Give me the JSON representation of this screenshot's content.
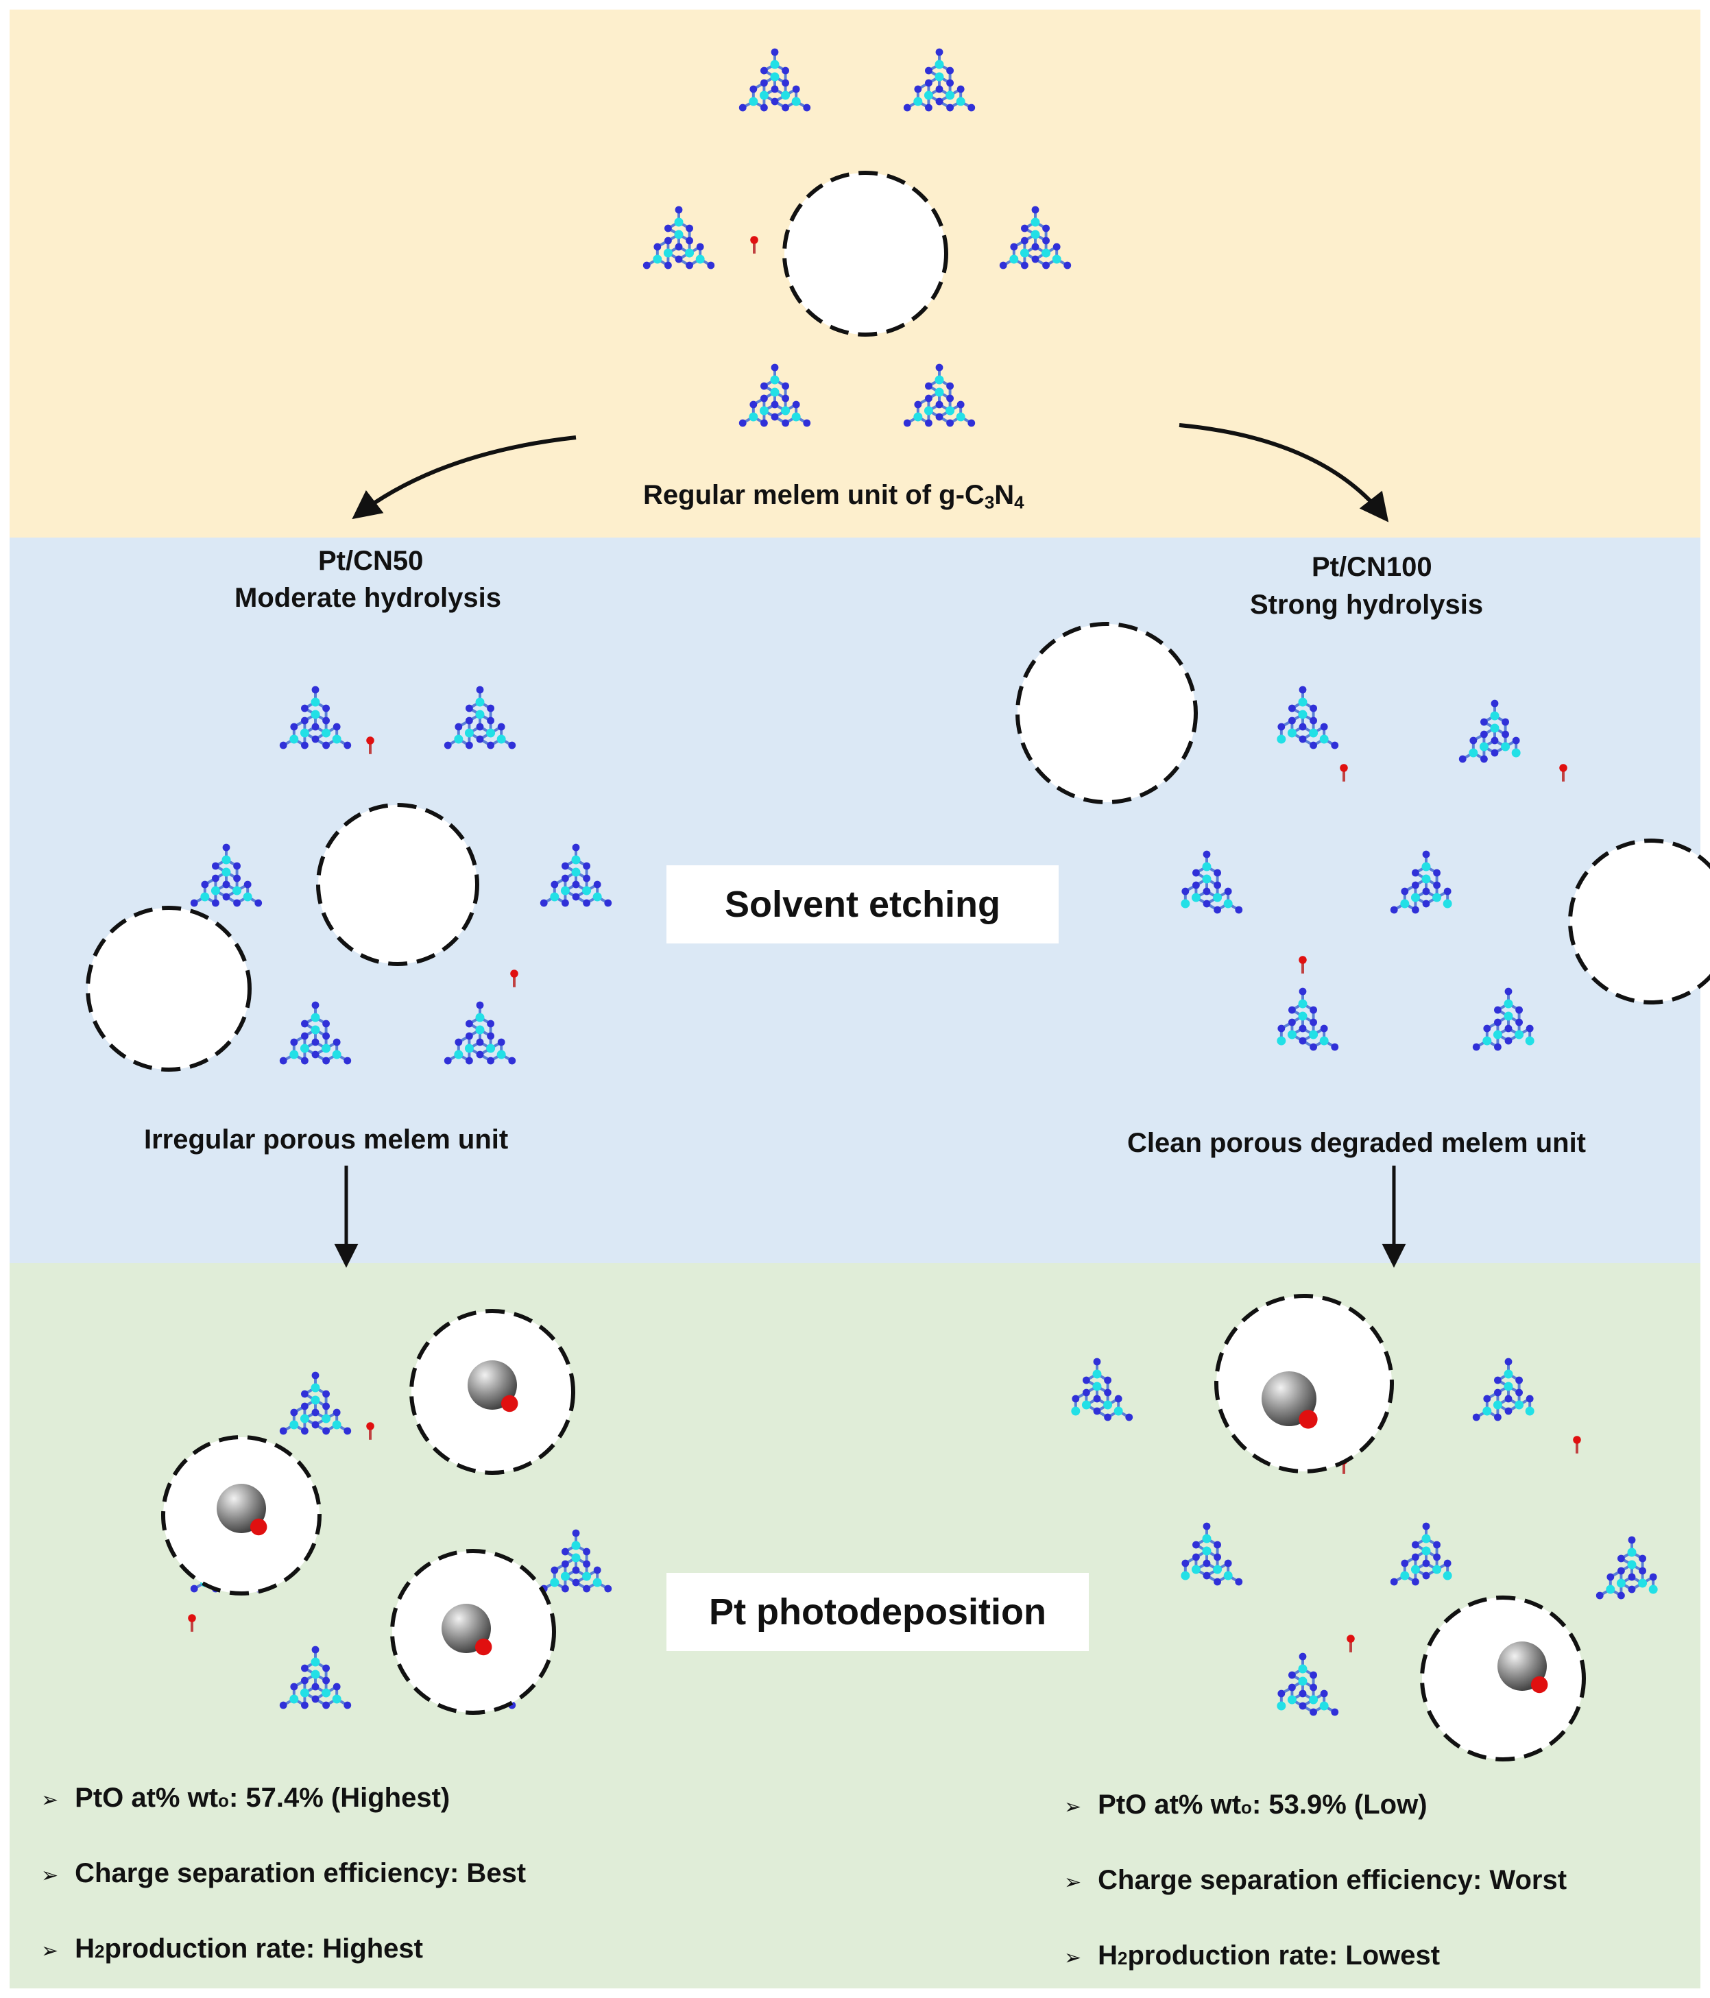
{
  "top": {
    "caption_pre": "Regular melem unit of g-C",
    "caption_sub1": "3",
    "caption_mid": "N",
    "caption_sub2": "4"
  },
  "left": {
    "sample": "Pt/CN50",
    "condition": "Moderate hydrolysis",
    "caption": "Irregular porous melem unit",
    "bullets": [
      {
        "pre": "PtO at% wt",
        "sub": "o",
        "post": ": 57.4% (Highest)"
      },
      {
        "pre": "Charge separation efficiency: Best",
        "sub": "",
        "post": ""
      },
      {
        "pre": "H",
        "sub": "2",
        "post": " production rate: Highest"
      }
    ]
  },
  "right": {
    "sample": "Pt/CN100",
    "condition": "Strong hydrolysis",
    "caption": "Clean porous degraded melem unit",
    "bullets": [
      {
        "pre": "PtO at% wt",
        "sub": "o",
        "post": ": 53.9% (Low)"
      },
      {
        "pre": "Charge separation efficiency: Worst",
        "sub": "",
        "post": ""
      },
      {
        "pre": "H",
        "sub": "2",
        "post": " production rate: Lowest"
      }
    ]
  },
  "steps": {
    "etching": "Solvent etching",
    "deposition": "Pt photodeposition"
  },
  "icons": {
    "bullet": "arrowhead-bullet-icon"
  },
  "colors": {
    "top_panel": "#fdefcd",
    "middle_panel": "#dbe8f5",
    "bottom_panel": "#e0edd8",
    "carbon_atom": "#22e0e6",
    "nitrogen_atom": "#3030d8",
    "oxygen_atom": "#e01010",
    "platinum_particle": "#8a8a8a"
  }
}
